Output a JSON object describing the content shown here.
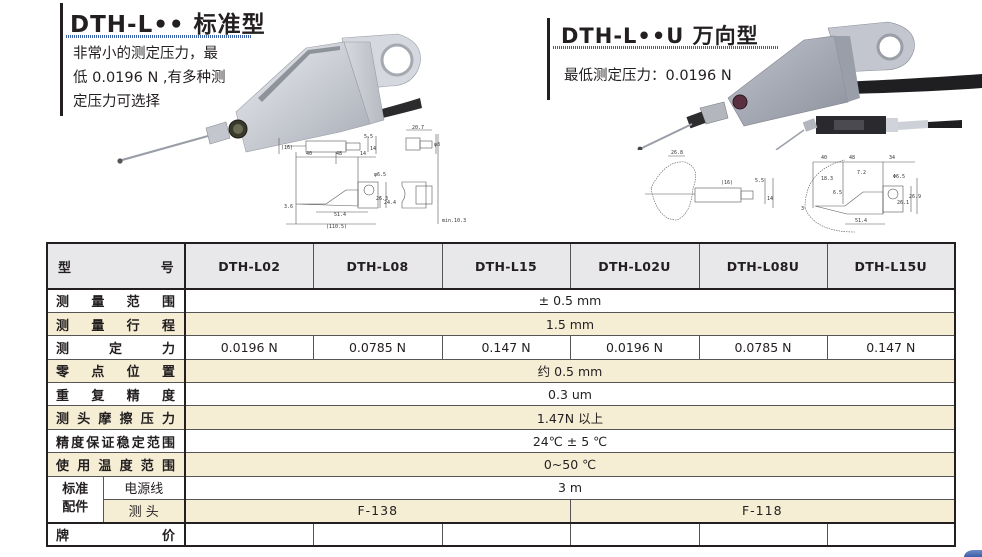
{
  "standard": {
    "title": "DTH-L•• 标准型",
    "description": "非常小的测定压力，最低 0.0196 N ,有多种测定压力可选择",
    "description_lines": [
      "非常小的测定压力，最",
      "低 0.0196 N ,有多种测",
      "定压力可选择"
    ]
  },
  "universal": {
    "title": "DTH-L••U 万向型",
    "description": "最低测定压力：0.0196 N"
  },
  "drawings": {
    "standard_dims": [
      "20.7",
      "(16)",
      "5.5",
      "14",
      "φ8",
      "40",
      "48",
      "14",
      "4",
      "φ6.5",
      "3.6",
      "26.3",
      "24.4",
      "51.4",
      "(110.5)",
      "min.10.3"
    ],
    "universal_dims": [
      "26.8",
      "(16)",
      "5.5",
      "14",
      "40",
      "48",
      "34",
      "18.3",
      "7.2",
      "6.5",
      "φ6.5",
      "26.1",
      "26.9",
      "3",
      "51.4"
    ]
  },
  "table": {
    "header_label": [
      "型",
      "号"
    ],
    "models": [
      "DTH-L02",
      "DTH-L08",
      "DTH-L15",
      "DTH-L02U",
      "DTH-L08U",
      "DTH-L15U"
    ],
    "rows": [
      {
        "label": "测量范围",
        "value": "± 0.5 mm"
      },
      {
        "label": "测量行程",
        "value": "1.5 mm"
      },
      {
        "label": "测定力",
        "values": [
          "0.0196 N",
          "0.0785 N",
          "0.147 N",
          "0.0196 N",
          "0.0785 N",
          "0.147 N"
        ]
      },
      {
        "label": "零点位置",
        "value": "约 0.5 mm"
      },
      {
        "label": "重复精度",
        "value": "0.3 um"
      },
      {
        "label": "测头摩擦压力",
        "value": "1.47N 以上"
      },
      {
        "label": "精度保证稳定范围",
        "value": "24℃ ± 5 ℃"
      },
      {
        "label": "使用温度范围",
        "value": "0~50 ℃"
      }
    ],
    "accessories": {
      "group_label": [
        "标准",
        "配件"
      ],
      "cable": {
        "label": "电源线",
        "value": "3 m"
      },
      "probe": {
        "label": "测 头",
        "standard_value": "F-138",
        "universal_value": "F-118"
      }
    },
    "price": {
      "label": [
        "牌",
        "价"
      ],
      "values": [
        "",
        "",
        "",
        "",
        "",
        ""
      ]
    }
  },
  "colors": {
    "tan_row": "#f6eed4",
    "header_bg": "#e8e8ea",
    "accent_blue": "#3b5fa8",
    "text": "#231f20"
  }
}
